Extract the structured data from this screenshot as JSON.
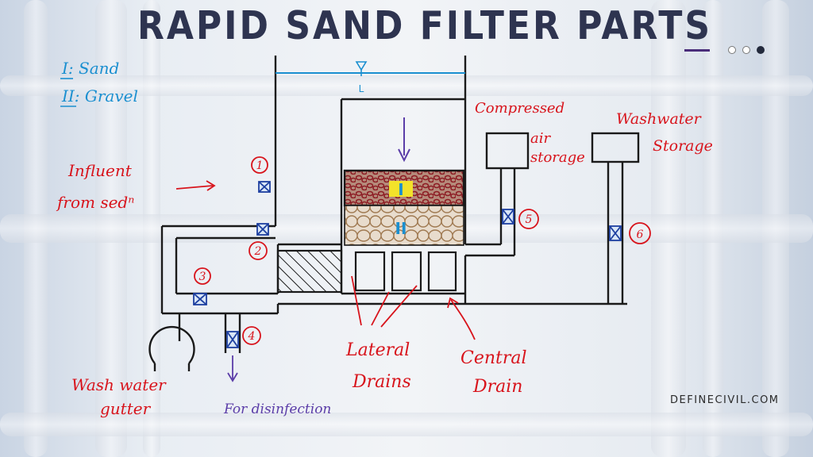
{
  "title": "RAPID SAND FILTER PARTS",
  "website": "DEFINECIVIL.COM",
  "legend": {
    "sand": "I: Sand",
    "gravel": "II: Gravel"
  },
  "labels": {
    "influent_1": "Influent",
    "influent_2": "from sedⁿ",
    "compressed_1": "Compressed",
    "compressed_2": "air",
    "compressed_3": "storage",
    "washwater_storage_1": "Washwater",
    "washwater_storage_2": "Storage",
    "lateral_1": "Lateral",
    "lateral_2": "Drains",
    "central_1": "Central",
    "central_2": "Drain",
    "gutter_1": "Wash water",
    "gutter_2": "gutter",
    "disinfection": "For disinfection",
    "sand_mark": "I",
    "gravel_mark": "II",
    "water_mark": "L"
  },
  "valves": {
    "v1": "1",
    "v2": "2",
    "v3": "3",
    "v4": "4",
    "v5": "5",
    "v6": "6"
  },
  "colors": {
    "title": "#2e3450",
    "red": "#d8141c",
    "blue": "#1a8fd0",
    "purple": "#5b3da8",
    "line": "#1a1a1a"
  }
}
